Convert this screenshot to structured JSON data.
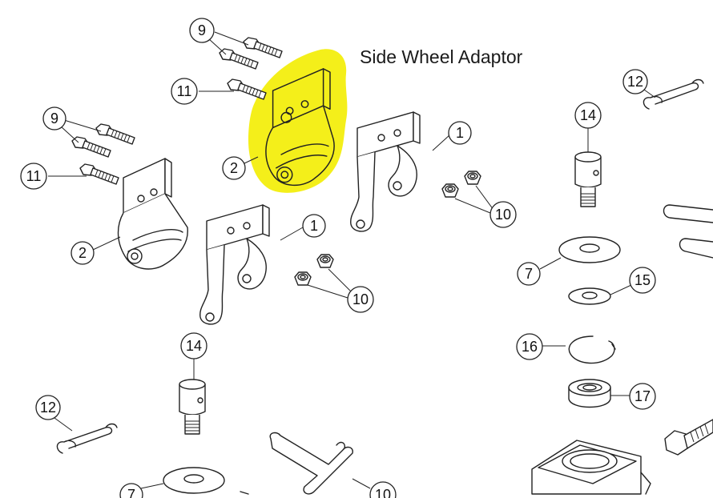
{
  "title": "Side Wheel Adaptor",
  "highlight_color": "#f4ef1a",
  "callouts": {
    "c9a": "9",
    "c11a": "11",
    "c2a": "2",
    "c1a": "1",
    "c10a": "10",
    "c9b": "9",
    "c11b": "11",
    "c2b": "2",
    "c1b": "1",
    "c10b": "10",
    "c12a": "12",
    "c14a": "14",
    "c7a": "7",
    "c15": "15",
    "c16": "16",
    "c17": "17",
    "c14b": "14",
    "c12b": "12",
    "c7b": "7",
    "c10c": "10"
  }
}
